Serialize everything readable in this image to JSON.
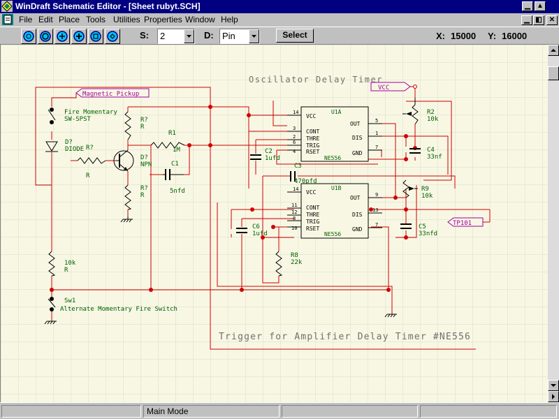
{
  "window": {
    "title": "WinDraft Schematic Editor - [Sheet rubyt.SCH]",
    "minimize": "▁",
    "maximize": "▲",
    "mdi_minimize": "▁",
    "mdi_restore": "◧",
    "mdi_close": "✕"
  },
  "menu": {
    "file": "File",
    "edit": "Edit",
    "place": "Place",
    "tools": "Tools",
    "utilities": "Utilities",
    "properties": "Properties",
    "window": "Window",
    "help": "Help"
  },
  "toolbar": {
    "zoom_icons": [
      "zoom-out-icon",
      "zoom-in-icon",
      "zoom-fit-icon",
      "zoom-region-icon",
      "zoom-page-icon",
      "zoom-previous-icon"
    ],
    "s_label": "S:",
    "s_value": "2",
    "d_label": "D:",
    "d_value": "Pin",
    "select_label": "Select",
    "x_label": "X:",
    "x_value": "15000",
    "y_label": "Y:",
    "y_value": "16000"
  },
  "schematic": {
    "title_oscillator": "Oscillator Delay Timer",
    "title_trigger": "Trigger for Amplifier Delay Timer #NE556",
    "ports": {
      "magnetic_pickup": "Magnetic Pickup",
      "vcc": "VCC",
      "tp101": "TP101"
    },
    "components": {
      "fire_switch_name": "Fire Momentary",
      "fire_switch_value": "SW-SPST",
      "d_ref": "D?",
      "d_value": "DIODE",
      "r_mid_ref": "R?",
      "r_mid_value": "R",
      "r7_ref": "R?",
      "r7_value": "R",
      "r1_ref": "R1",
      "r1_value": "1M",
      "q_ref": "D?",
      "q_value": "NPN",
      "c1_ref": "C1",
      "c1_value": "5nfd",
      "r_low_ref": "R?",
      "r_low_value": "R",
      "r10k_value": "10k",
      "r10k_ref": "R",
      "sw1_ref": "Sw1",
      "sw1_name": "Alternate Momentary Fire Switch",
      "c2_ref": "C2",
      "c2_value": "1ufd",
      "c3_ref": "C3",
      "c3_value": "470pfd",
      "c6_ref": "C6",
      "c6_value": "1ufd",
      "r8_ref": "R8",
      "r8_value": "22k",
      "r2_ref": "R2",
      "r2_value": "10k",
      "c4_ref": "C4",
      "c4_value": "33nf",
      "r9_ref": "R9",
      "r9_value": "10k",
      "c5_ref": "C5",
      "c5_value": "33nfd"
    },
    "u1a": {
      "ref": "U1A",
      "part": "NE556",
      "pin_vcc": "VCC",
      "pin_cont": "CONT",
      "pin_thre": "THRE",
      "pin_trig": "TRIG",
      "pin_rset": "RSET",
      "pin_out": "OUT",
      "pin_dis": "DIS",
      "pin_gnd": "GND",
      "num_vcc": "14",
      "num_cont": "3",
      "num_thre": "2",
      "num_trig": "6",
      "num_rset": "4",
      "num_out": "5",
      "num_dis": "1",
      "num_gnd": "7"
    },
    "u1b": {
      "ref": "U1B",
      "part": "NE556",
      "pin_vcc": "VCC",
      "pin_cont": "CONT",
      "pin_thre": "THRE",
      "pin_trig": "TRIG",
      "pin_rset": "RSET",
      "pin_out": "OUT",
      "pin_dis": "DIS",
      "pin_gnd": "GND",
      "num_vcc": "14",
      "num_cont": "11",
      "num_thre": "12",
      "num_trig": "8",
      "num_rset": "10",
      "num_out": "9",
      "num_dis": "13",
      "num_gnd": "7"
    }
  },
  "status": {
    "mode": "Main Mode"
  },
  "colors": {
    "title_bar": "#000080",
    "canvas": "#f8f7e4",
    "grid": "#d6dcc4",
    "wire": "#d00000",
    "component": "#000000",
    "text_green": "#006000",
    "title_text": "#707070",
    "port": "#a000a0"
  }
}
